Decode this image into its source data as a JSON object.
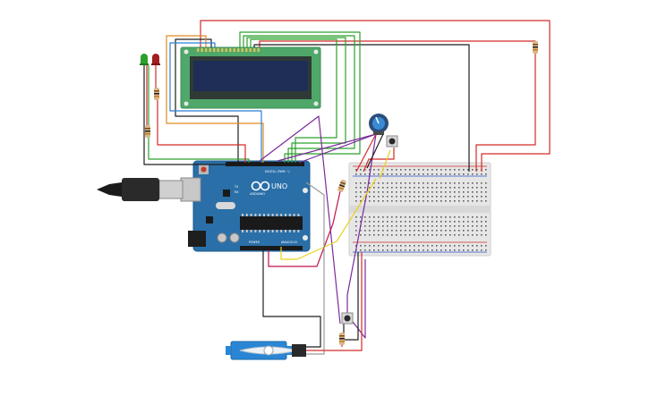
{
  "arduino": {
    "brand": "ARDUINO",
    "model": "UNO",
    "label_tx": "TX",
    "label_rx": "RX",
    "label_digital": "DIGITAL (PWM ~)",
    "label_power": "POWER",
    "label_analog": "ANALOG IN"
  },
  "colors": {
    "wire_red": "#d42a2a",
    "wire_black": "#1e1e1e",
    "wire_green": "#2ca02c",
    "wire_orange": "#e08a1e",
    "wire_blue": "#2a7fd4",
    "wire_purple": "#7a2a9a",
    "wire_yellow": "#e8d21e",
    "wire_crimson": "#c0134a",
    "wire_gray": "#9a9a9a",
    "arduino_board": "#2a6fa8",
    "lcd_board": "#4fa86a",
    "lcd_screen": "#1e2e56",
    "breadboard": "#e6e6e6",
    "servo_body": "#2a86d4",
    "led_green": "#2ca02c",
    "led_red": "#a01e1e"
  }
}
